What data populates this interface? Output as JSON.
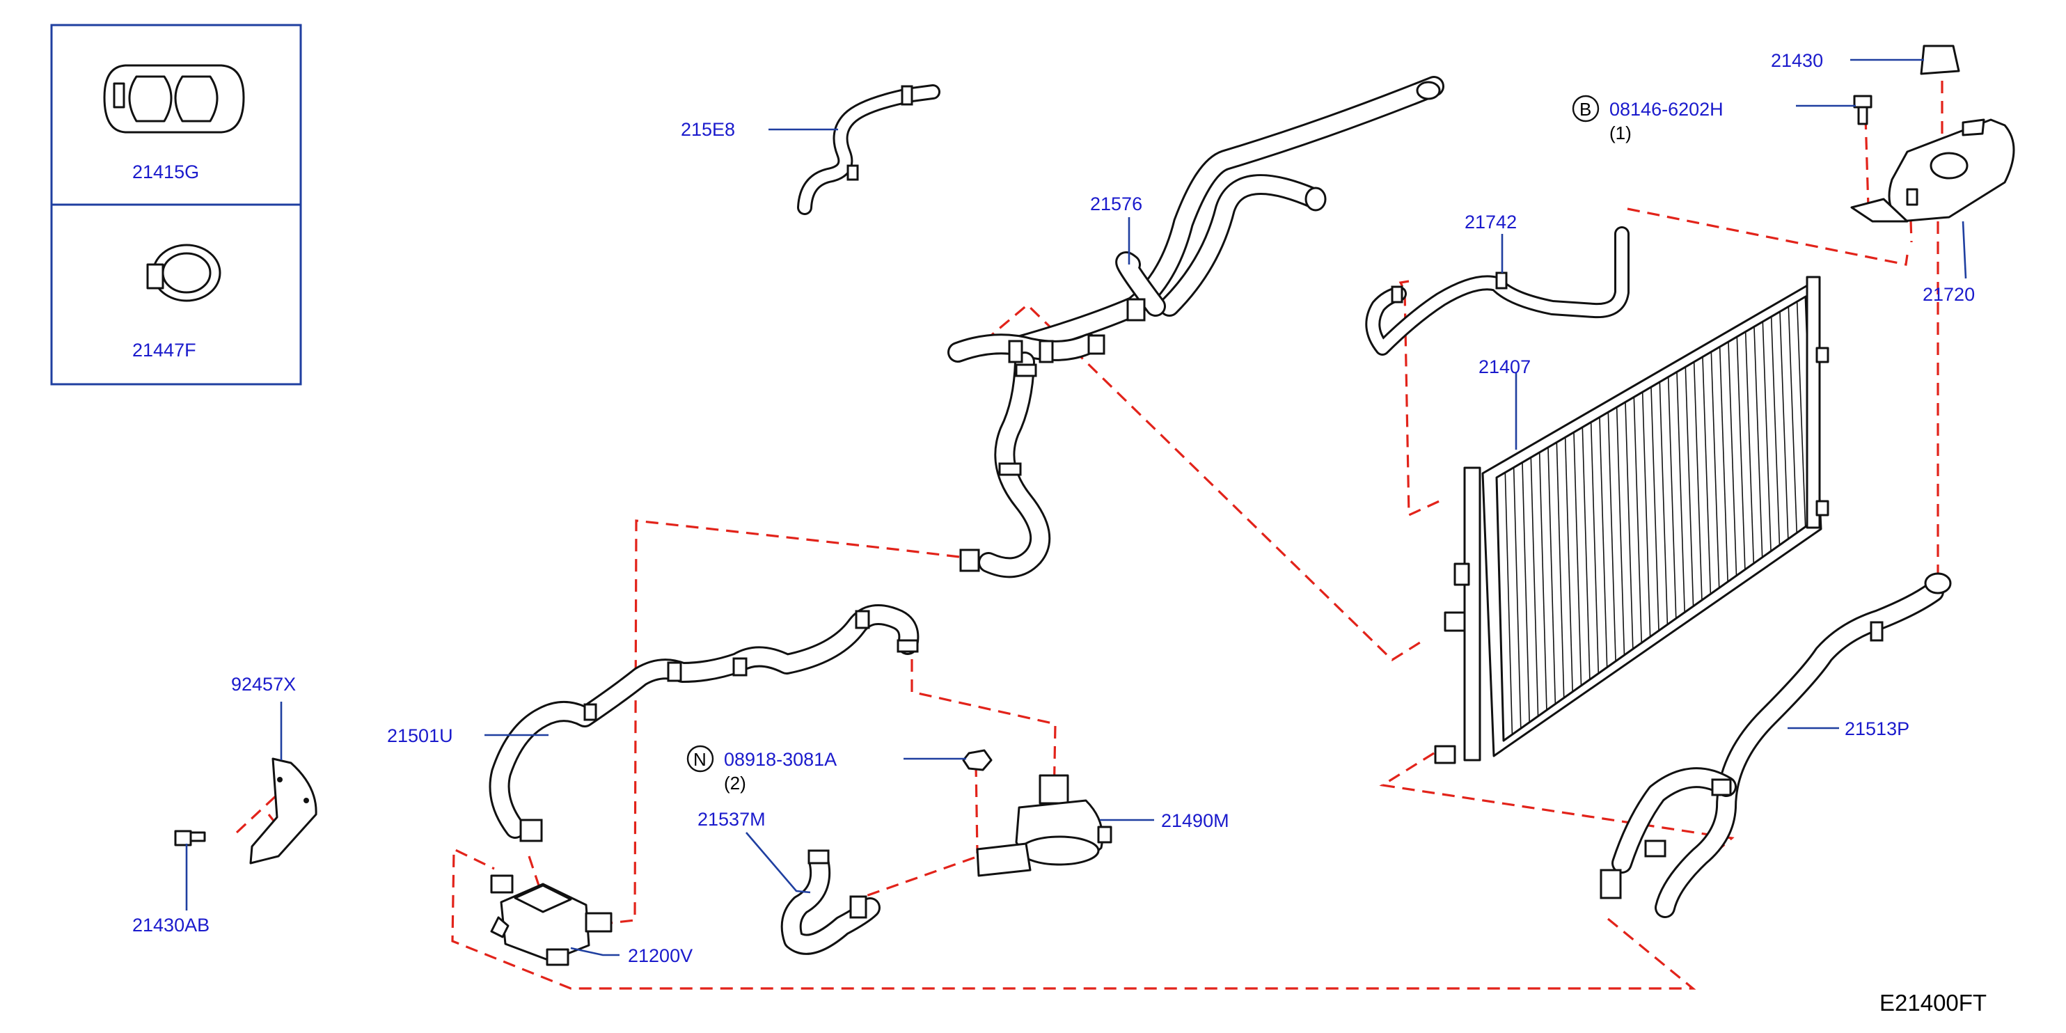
{
  "diagram": {
    "code": "E21400FT",
    "inset_parts": [
      {
        "label": "21415G"
      },
      {
        "label": "21447F"
      }
    ],
    "labels": {
      "p215E8": "215E8",
      "p21576": "21576",
      "p21742": "21742",
      "p21407": "21407",
      "p21430": "21430",
      "p21720": "21720",
      "p21513P": "21513P",
      "p21501U": "21501U",
      "p92457X": "92457X",
      "p21430AB": "21430AB",
      "p21537M": "21537M",
      "p21490M": "21490M",
      "p21200V": "21200V"
    },
    "fasteners": {
      "bolt": {
        "symbol": "B",
        "label": "08146-6202H",
        "qty": "(1)"
      },
      "nut": {
        "symbol": "N",
        "label": "08918-3081A",
        "qty": "(2)"
      }
    }
  }
}
